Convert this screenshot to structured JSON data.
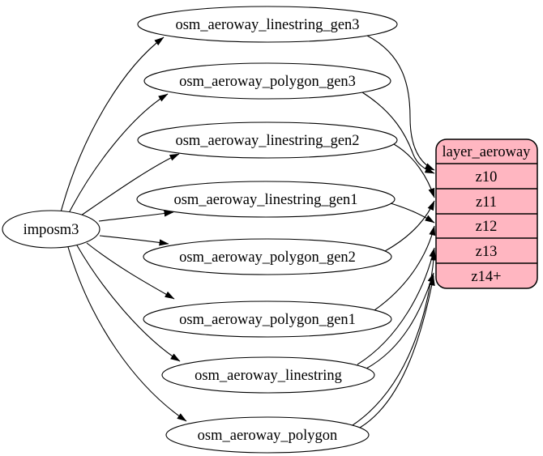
{
  "diagram": {
    "background_color": "#ffffff",
    "edge_color": "#000000",
    "table_node_fill": "#ffffff",
    "table_node_stroke": "#000000",
    "source": {
      "label": "imposm3"
    },
    "tables": [
      {
        "label": "osm_aeroway_linestring_gen3"
      },
      {
        "label": "osm_aeroway_polygon_gen3"
      },
      {
        "label": "osm_aeroway_linestring_gen2"
      },
      {
        "label": "osm_aeroway_linestring_gen1"
      },
      {
        "label": "osm_aeroway_polygon_gen2"
      },
      {
        "label": "osm_aeroway_polygon_gen1"
      },
      {
        "label": "osm_aeroway_linestring"
      },
      {
        "label": "osm_aeroway_polygon"
      }
    ],
    "layer": {
      "title": "layer_aeroway",
      "rows": [
        "z10",
        "z11",
        "z12",
        "z13",
        "z14+"
      ],
      "fill": "#ffb6c1",
      "stroke": "#000000"
    },
    "edges": [
      {
        "from": "imposm3",
        "to": "osm_aeroway_linestring_gen3"
      },
      {
        "from": "imposm3",
        "to": "osm_aeroway_polygon_gen3"
      },
      {
        "from": "imposm3",
        "to": "osm_aeroway_linestring_gen2"
      },
      {
        "from": "imposm3",
        "to": "osm_aeroway_linestring_gen1"
      },
      {
        "from": "imposm3",
        "to": "osm_aeroway_polygon_gen2"
      },
      {
        "from": "imposm3",
        "to": "osm_aeroway_polygon_gen1"
      },
      {
        "from": "imposm3",
        "to": "osm_aeroway_linestring"
      },
      {
        "from": "imposm3",
        "to": "osm_aeroway_polygon"
      },
      {
        "from": "osm_aeroway_linestring_gen3",
        "to": "layer_aeroway:z10"
      },
      {
        "from": "osm_aeroway_polygon_gen3",
        "to": "layer_aeroway:z10"
      },
      {
        "from": "osm_aeroway_linestring_gen2",
        "to": "layer_aeroway:z11"
      },
      {
        "from": "osm_aeroway_polygon_gen2",
        "to": "layer_aeroway:z11"
      },
      {
        "from": "osm_aeroway_linestring_gen1",
        "to": "layer_aeroway:z12"
      },
      {
        "from": "osm_aeroway_polygon_gen1",
        "to": "layer_aeroway:z12"
      },
      {
        "from": "osm_aeroway_linestring",
        "to": "layer_aeroway:z13"
      },
      {
        "from": "osm_aeroway_linestring",
        "to": "layer_aeroway:z14+"
      },
      {
        "from": "osm_aeroway_polygon",
        "to": "layer_aeroway:z13"
      },
      {
        "from": "osm_aeroway_polygon",
        "to": "layer_aeroway:z14+"
      }
    ]
  }
}
